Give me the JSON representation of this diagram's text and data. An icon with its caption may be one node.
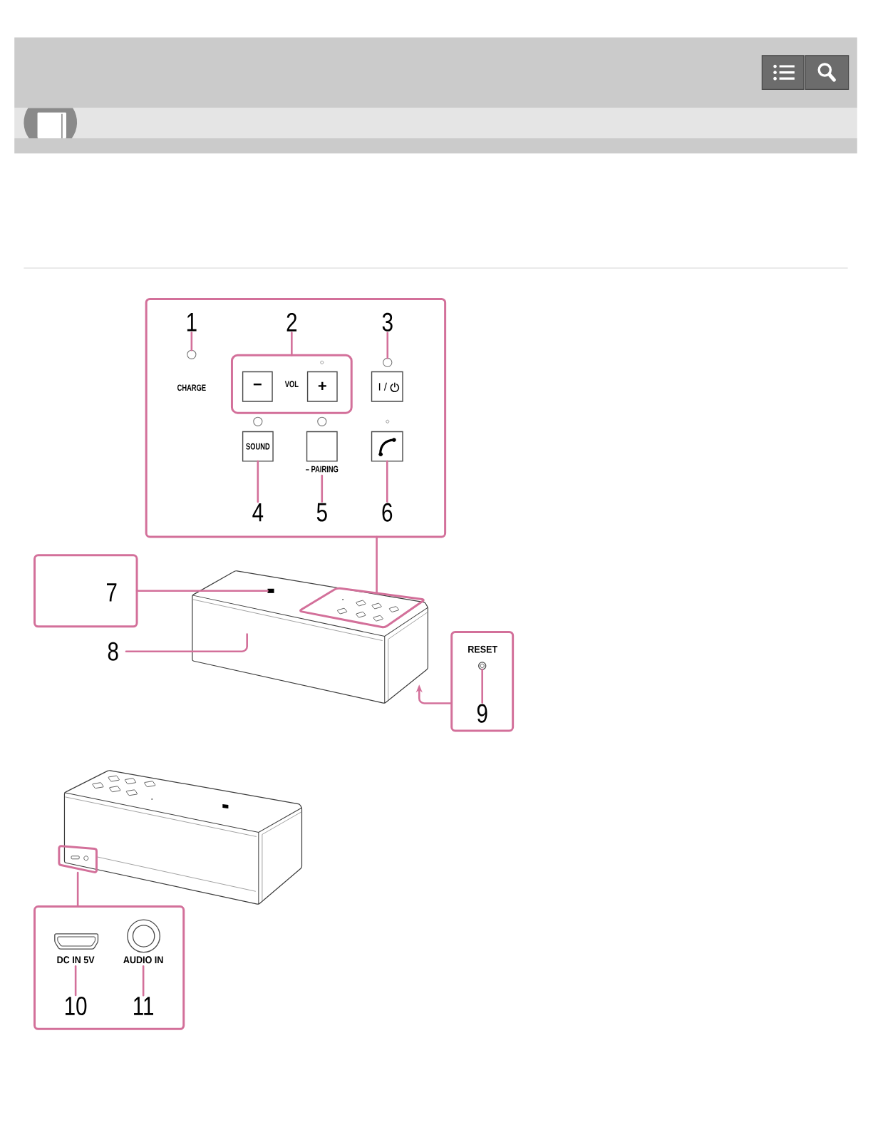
{
  "diagram": {
    "nodes": [
      {
        "text": [],
        "shape": "box"
      },
      {
        "text": [
          "1"
        ],
        "in": 0
      },
      {
        "text": [
          "2"
        ],
        "in": 0
      },
      {
        "text": [
          "3"
        ],
        "in": 0
      },
      {
        "text": [],
        "shape": "circle",
        "beside": [
          "CHARGE"
        ],
        "in": 0
      },
      {
        "text": [
          "VOL"
        ],
        "in": 0
      },
      {
        "text": [
          "−"
        ],
        "in": 5
      },
      {
        "text": [
          "+"
        ],
        "in": 5
      },
      {
        "text": [],
        "shape": "circle",
        "in": 0
      },
      {
        "text": [
          "I /"
        ],
        "in": 0
      },
      {
        "text": [],
        "shape": "circle",
        "in": 0
      },
      {
        "text": [],
        "shape": "circle",
        "in": 0
      },
      {
        "text": [
          "SOUND"
        ],
        "in": 0
      },
      {
        "text": [],
        "shape": "box",
        "beside": [
          "– PAIRING"
        ],
        "in": 0
      },
      {
        "text": [],
        "shape": "box",
        "in": 0
      },
      {
        "text": [
          "4"
        ],
        "in": 0
      },
      {
        "text": [
          "5"
        ],
        "in": 0
      },
      {
        "text": [
          "6"
        ],
        "in": 0
      },
      {
        "text": [],
        "shape": "box"
      },
      {
        "text": [
          "7"
        ],
        "in": 18
      },
      {
        "text": [],
        "shape": "picture"
      },
      {
        "text": [],
        "shape": "box",
        "in": 20
      },
      {
        "text": [],
        "shape": "box",
        "in": 20
      },
      {
        "text": [
          "8"
        ]
      },
      {
        "text": [],
        "shape": "box"
      },
      {
        "text": [],
        "shape": "circle",
        "beside": [
          "RESET"
        ],
        "in": 24
      },
      {
        "text": [
          "9"
        ],
        "in": 24
      },
      {
        "text": [],
        "shape": "picture"
      },
      {
        "text": [],
        "shape": "box",
        "in": 27
      },
      {
        "text": [],
        "shape": "box"
      },
      {
        "text": [],
        "shape": "box",
        "beside": [
          "DC IN 5V"
        ],
        "in": 29
      },
      {
        "text": [],
        "shape": "circle",
        "beside": [
          "AUDIO IN"
        ],
        "in": 29
      },
      {
        "text": [
          "10"
        ],
        "in": 29
      },
      {
        "text": [
          "11"
        ],
        "in": 29
      }
    ],
    "edges": [
      {
        "from": 1,
        "to": 4,
        "arrow": "none"
      },
      {
        "from": 2,
        "to": 5,
        "arrow": "none"
      },
      {
        "from": 3,
        "to": 8,
        "arrow": "none"
      },
      {
        "from": 15,
        "to": 12,
        "arrow": "none"
      },
      {
        "from": 16,
        "to": 13,
        "arrow": "none"
      },
      {
        "from": 17,
        "to": 14,
        "arrow": "none"
      },
      {
        "from": 0,
        "to": 22,
        "arrow": "none"
      },
      {
        "from": 18,
        "to": 21,
        "arrow": "none"
      },
      {
        "from": 23,
        "to": 20,
        "arrow": "none"
      },
      {
        "from": 24,
        "to": 20,
        "arrow": "to"
      },
      {
        "from": 26,
        "to": 25,
        "arrow": "none"
      },
      {
        "from": 28,
        "to": 29,
        "arrow": "none"
      },
      {
        "from": 32,
        "to": 30,
        "arrow": "none"
      },
      {
        "from": 33,
        "to": 31,
        "arrow": "none"
      }
    ]
  }
}
